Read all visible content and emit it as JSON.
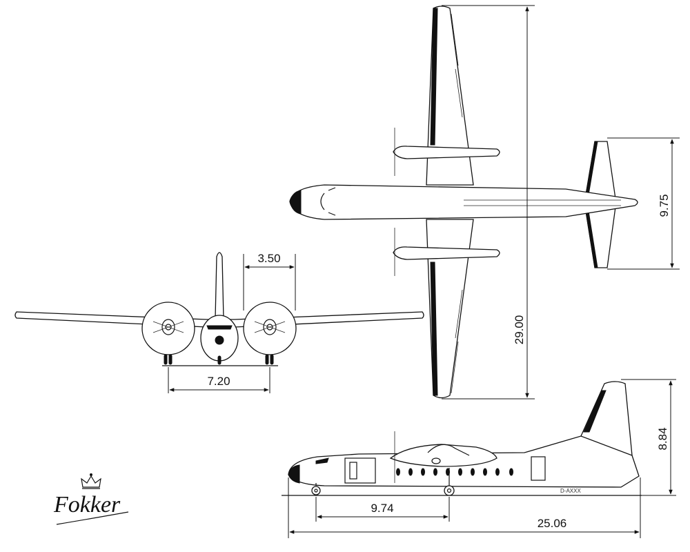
{
  "dimensions": {
    "propeller_clearance": "3.50",
    "main_gear_track": "7.20",
    "wingspan": "29.00",
    "tail_span": "9.75",
    "wheelbase": "9.74",
    "overall_length": "25.06",
    "height": "8.84"
  },
  "logo": {
    "wordmark": "Fokker",
    "emblem": "crown-icon"
  },
  "registration": "D-AXXX",
  "colors": {
    "line": "#111111",
    "background": "#ffffff"
  }
}
